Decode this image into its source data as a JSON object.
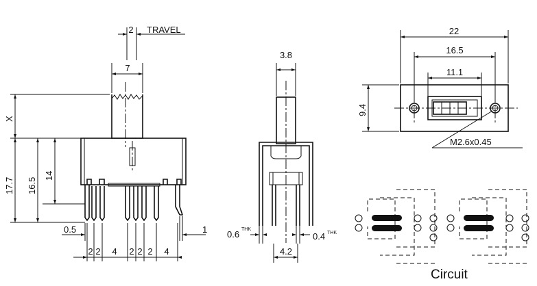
{
  "left_view": {
    "travel_value": "2",
    "travel_label": "TRAVEL",
    "actuator_width": "7",
    "x_label": "X",
    "overall_height": "17.7",
    "height_165": "16.5",
    "height_14": "14",
    "dim_05": "0.5",
    "dim_1": "1",
    "pitch_labels": [
      "2",
      "2",
      "4",
      "2",
      "2",
      "2",
      "4"
    ]
  },
  "side_view": {
    "actuator_width": "3.8",
    "thk_left_value": "0.6",
    "thk_left_sup": "THK",
    "thk_right_value": "0.4",
    "thk_right_sup": "THK",
    "pin_spacing": "4.2"
  },
  "top_view": {
    "overall_length": "22",
    "hole_spacing": "16.5",
    "slot_length": "11.1",
    "height": "9.4",
    "screw_label": "M2.6x0.45"
  },
  "circuit": {
    "label": "Circuit"
  }
}
